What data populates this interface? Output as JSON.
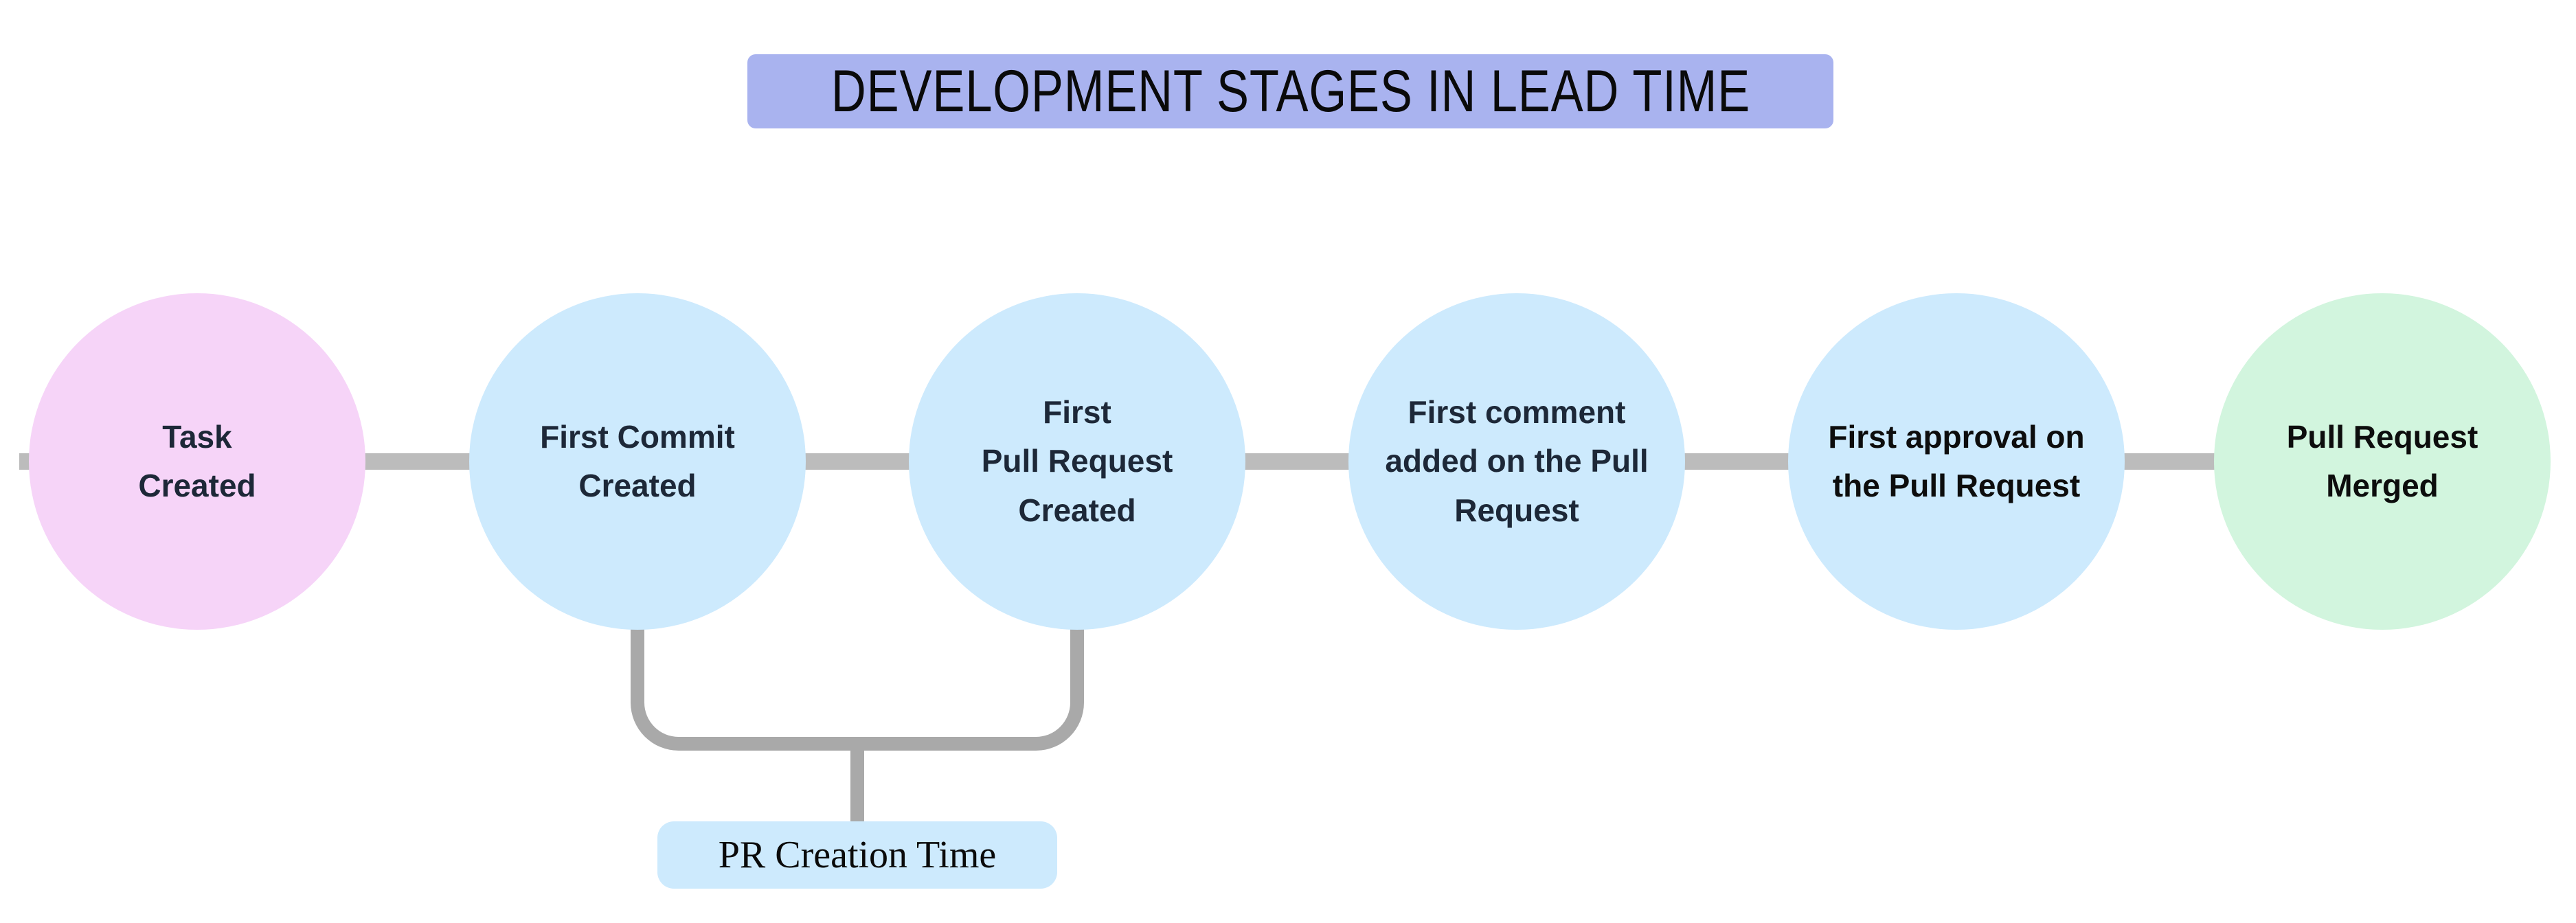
{
  "title": {
    "text": "DEVELOPMENT STAGES IN LEAD TIME",
    "background_color": "#a9b3ef",
    "text_color": "#0a0a0a"
  },
  "stages": [
    {
      "label": "Task\nCreated",
      "color": "#f6d4f8",
      "text_color": "#1d2838"
    },
    {
      "label": "First Commit\nCreated",
      "color": "#cdeafd",
      "text_color": "#1d2838"
    },
    {
      "label": "First\nPull Request\nCreated",
      "color": "#cdeafd",
      "text_color": "#1d2838"
    },
    {
      "label": "First comment\nadded on the Pull\nRequest",
      "color": "#cdeafd",
      "text_color": "#1d2838"
    },
    {
      "label": "First approval on\nthe Pull Request",
      "color": "#cdeafd",
      "text_color": "#0d0d0d"
    },
    {
      "label": "Pull Request\nMerged",
      "color": "#d2f5de",
      "text_color": "#0d0d0d"
    }
  ],
  "annotation": {
    "label": "PR Creation Time",
    "background_color": "#cdeafd",
    "text_color": "#0a0a0a",
    "bracket_spans_stages": [
      "First Commit Created",
      "First Pull Request Created"
    ]
  },
  "connector": {
    "line_color": "#bcbcbc",
    "bracket_color": "#a9a9a9"
  }
}
